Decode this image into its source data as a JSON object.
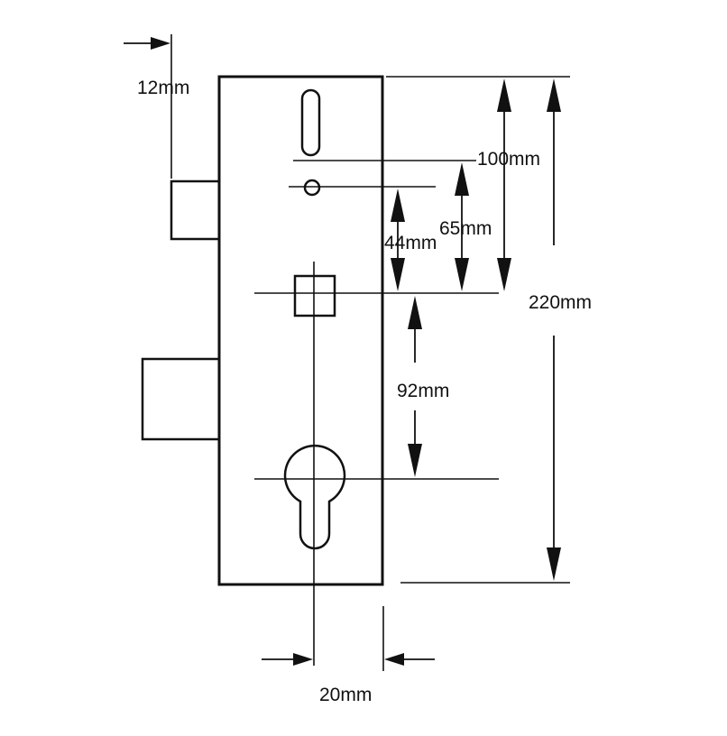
{
  "dimensions": {
    "bolt_offset": "12mm",
    "slot_to_spindle": "100mm",
    "hole_to_spindle": "65mm",
    "follower_offset": "44mm",
    "total_height": "220mm",
    "centre_distance": "92mm",
    "backset": "20mm"
  },
  "colors": {
    "line": "#111111",
    "background": "#ffffff"
  }
}
